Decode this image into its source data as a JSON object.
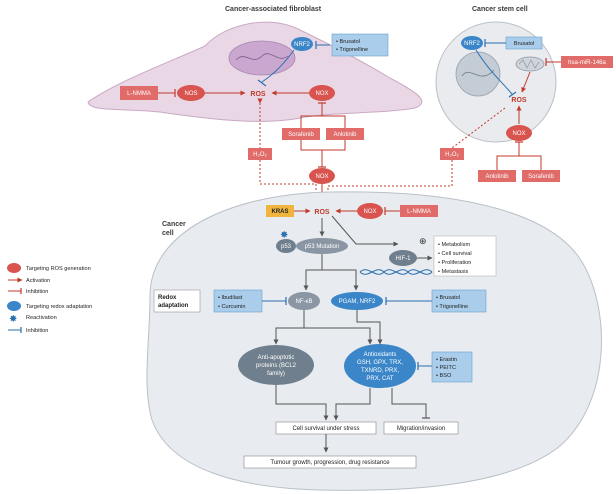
{
  "titles": {
    "caf": "Cancer-associated fibroblast",
    "csc": "Cancer stem cell",
    "cancer_cell_1": "Cancer",
    "cancer_cell_2": "cell"
  },
  "labels": {
    "ros": "ROS",
    "nox": "NOX",
    "nos": "NOS",
    "nrf2": "NRF2",
    "l_nmma": "L-NMMA",
    "brusatol": "Brusatol",
    "trigonelline": "Trigonelline",
    "sorafenib": "Sorafenib",
    "anlotinib": "Anlotinib",
    "h2o2": "H₂O₂",
    "kras": "KRAS",
    "p53": "p53",
    "p53_mutation": "p53 Mutation",
    "hif1": "HIF-1",
    "nfkb": "NF-κB",
    "pgam_nrf2": "PGAM, NRF2",
    "mir": "hsa-miR-146a",
    "redox_adaptation_1": "Redox",
    "redox_adaptation_2": "adaptation",
    "plus": "⊕"
  },
  "hif_effects": [
    "• Metabolism",
    "• Cell survival",
    "• Proliferation",
    "• Metastasis"
  ],
  "nfkb_inhibitors": [
    "• Ibudilast",
    "• Curcumin"
  ],
  "nrf2_inhibitors": [
    "• Brusatol",
    "• Trigonelline"
  ],
  "antioxidant_inhibitors": [
    "• Erastin",
    "• PEITC",
    "• BSO"
  ],
  "caf_inhibitors": [
    "• Brusatol",
    "• Trigonelline"
  ],
  "antiapoptotic": [
    "Anti-apoptotic",
    "proteins (BCL2",
    "family)"
  ],
  "antioxidants": [
    "Antioxidants",
    "GSH, GPX, TRX,",
    "TXNRD, PRX,",
    "PRX, CAT"
  ],
  "outcomes": {
    "survival": "Cell survival under stress",
    "migration": "Migration/invasion",
    "tumour": "Tumour growth, progression, drug resistance"
  },
  "legend": [
    {
      "kind": "red-ellipse",
      "text": "Targeting ROS generation"
    },
    {
      "kind": "red-arrow",
      "text": "Activation"
    },
    {
      "kind": "red-tbar",
      "text": "Inhibition"
    },
    {
      "kind": "blue-ellipse",
      "text": "Targeting redox adaptation"
    },
    {
      "kind": "blue-star",
      "text": "Reactivation"
    },
    {
      "kind": "blue-tbar",
      "text": "Inhibition"
    }
  ],
  "colors": {
    "red": "#d9534f",
    "red_light": "#e06b68",
    "blue": "#3a86c8",
    "blue_light": "#7fb6e0",
    "grey_oval": "#6f7f8d",
    "caf_fill": "#ead7e6",
    "csc_fill": "#e9ebee",
    "cell_fill": "#e8ebef",
    "kras": "#f1b53e"
  }
}
